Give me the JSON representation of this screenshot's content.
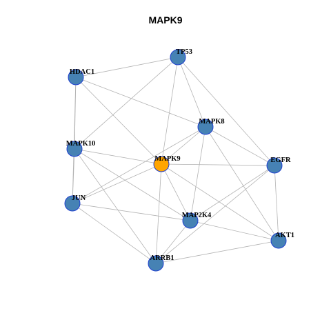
{
  "title": "MAPK9",
  "colors": {
    "node_fill": "#4682b4",
    "node_stroke": "#1f3fd0",
    "focus_fill": "#ffa500",
    "edge": "#b3b3b3"
  },
  "nodes": [
    {
      "id": "TP53",
      "label": "TP53",
      "focus": false
    },
    {
      "id": "HDAC1",
      "label": "HDAC1",
      "focus": false
    },
    {
      "id": "MAPK8",
      "label": "MAPK8",
      "focus": false
    },
    {
      "id": "MAPK10",
      "label": "MAPK10",
      "focus": false
    },
    {
      "id": "MAPK9",
      "label": "MAPK9",
      "focus": true
    },
    {
      "id": "EGFR",
      "label": "EGFR",
      "focus": false
    },
    {
      "id": "JUN",
      "label": "JUN",
      "focus": false
    },
    {
      "id": "MAP2K4",
      "label": "MAP2K4",
      "focus": false
    },
    {
      "id": "AKT1",
      "label": "AKT1",
      "focus": false
    },
    {
      "id": "ARRB1",
      "label": "ARRB1",
      "focus": false
    }
  ],
  "edges": [
    [
      "HDAC1",
      "TP53"
    ],
    [
      "TP53",
      "MAPK10"
    ],
    [
      "TP53",
      "MAPK9"
    ],
    [
      "TP53",
      "MAPK8"
    ],
    [
      "TP53",
      "EGFR"
    ],
    [
      "HDAC1",
      "MAPK8"
    ],
    [
      "HDAC1",
      "MAPK10"
    ],
    [
      "HDAC1",
      "MAPK9"
    ],
    [
      "HDAC1",
      "JUN"
    ],
    [
      "MAPK8",
      "MAPK9"
    ],
    [
      "MAPK8",
      "EGFR"
    ],
    [
      "MAPK8",
      "MAP2K4"
    ],
    [
      "MAPK8",
      "AKT1"
    ],
    [
      "MAPK8",
      "JUN"
    ],
    [
      "MAPK10",
      "MAPK9"
    ],
    [
      "MAPK10",
      "JUN"
    ],
    [
      "MAPK10",
      "MAP2K4"
    ],
    [
      "MAPK10",
      "ARRB1"
    ],
    [
      "MAPK9",
      "EGFR"
    ],
    [
      "MAPK9",
      "JUN"
    ],
    [
      "MAPK9",
      "MAP2K4"
    ],
    [
      "MAPK9",
      "AKT1"
    ],
    [
      "MAPK9",
      "ARRB1"
    ],
    [
      "EGFR",
      "MAP2K4"
    ],
    [
      "EGFR",
      "AKT1"
    ],
    [
      "EGFR",
      "ARRB1"
    ],
    [
      "JUN",
      "MAP2K4"
    ],
    [
      "JUN",
      "ARRB1"
    ],
    [
      "MAP2K4",
      "AKT1"
    ],
    [
      "MAP2K4",
      "ARRB1"
    ],
    [
      "ARRB1",
      "AKT1"
    ]
  ]
}
